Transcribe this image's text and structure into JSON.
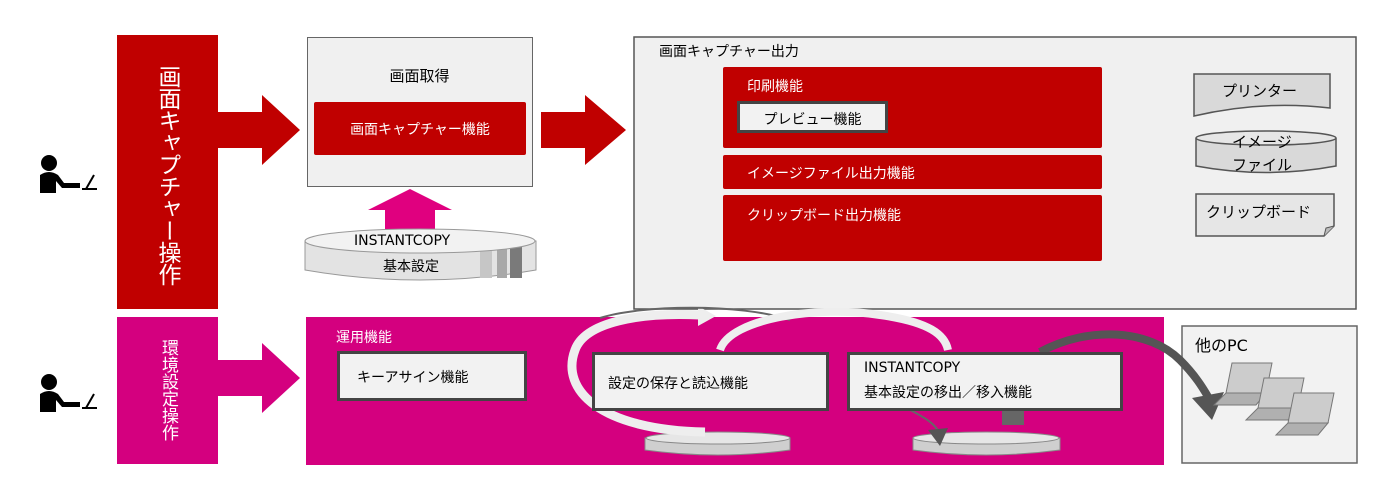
{
  "left_panels": {
    "capture_operation": "画面キャプチャー操作",
    "env_operation": "環境設定操作"
  },
  "capture_box": {
    "title": "画面取得",
    "function": "画面キャプチャー機能"
  },
  "settings_db": {
    "line1": "INSTANTCOPY",
    "line2": "基本設定"
  },
  "output_panel": {
    "title": "画面キャプチャー出力",
    "print": "印刷機能",
    "preview": "プレビュー機能",
    "image_file": "イメージファイル出力機能",
    "clipboard": "クリップボード出力機能"
  },
  "targets": {
    "printer": "プリンター",
    "image_line1": "イメージ",
    "image_line2": "ファイル",
    "clipboard": "クリップボード"
  },
  "operations_panel": {
    "title": "運用機能",
    "keyassign": "キーアサイン機能",
    "save_load": "設定の保存と読込機能",
    "export_line1": "INSTANTCOPY",
    "export_line2": "基本設定の移出／移入機能"
  },
  "other_pc": {
    "label": "他のPC"
  },
  "colors": {
    "red": "#c00000",
    "magenta": "#d4007f",
    "panel_gray": "#f0f0f0"
  }
}
